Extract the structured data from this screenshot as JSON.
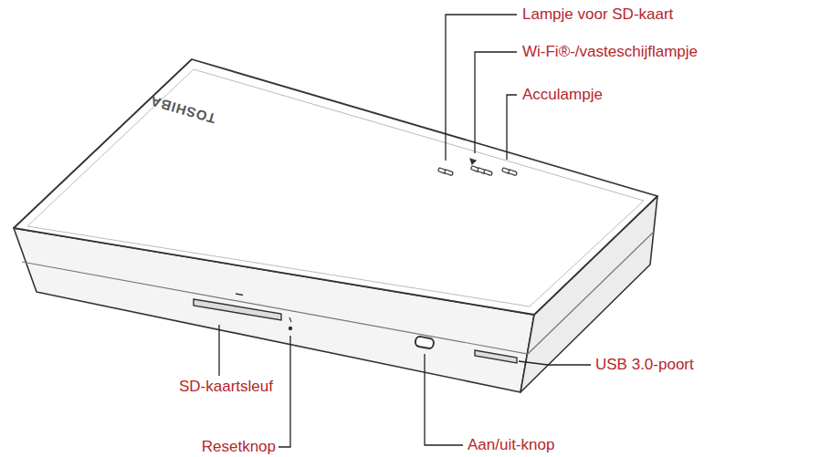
{
  "diagram": {
    "labels": [
      "Lampje voor SD-kaart",
      "Wi-Fi®-/vasteschijflampje",
      "Acculampje",
      "TOSHIBA",
      "SD-kaartsleuf",
      "Resetknop",
      "Aan/uit-knop",
      "USB 3.0-poort"
    ]
  }
}
